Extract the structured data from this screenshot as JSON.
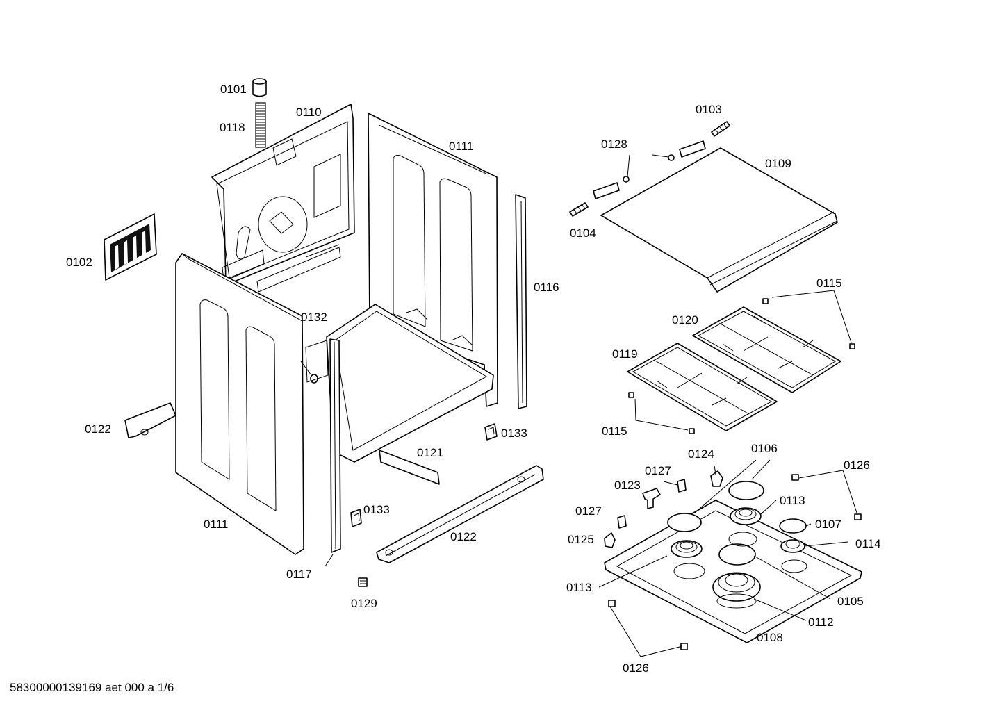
{
  "footer_text": "58300000139169 aet 000 a 1/6",
  "labels": {
    "l0101": "0101",
    "l0118": "0118",
    "l0110": "0110",
    "l0111a": "0111",
    "l0111b": "0111",
    "l0102": "0102",
    "l0116": "0116",
    "l0132": "0132",
    "l0122a": "0122",
    "l0122b": "0122",
    "l0121": "0121",
    "l0133a": "0133",
    "l0133b": "0133",
    "l0117": "0117",
    "l0129": "0129",
    "l0103": "0103",
    "l0128": "0128",
    "l0109": "0109",
    "l0104": "0104",
    "l0115a": "0115",
    "l0115b": "0115",
    "l0120": "0120",
    "l0119": "0119",
    "l0106": "0106",
    "l0124": "0124",
    "l0127a": "0127",
    "l0127b": "0127",
    "l0126a": "0126",
    "l0126b": "0126",
    "l0123": "0123",
    "l0113a": "0113",
    "l0113b": "0113",
    "l0107": "0107",
    "l0125": "0125",
    "l0114": "0114",
    "l0105": "0105",
    "l0112": "0112",
    "l0108": "0108"
  }
}
